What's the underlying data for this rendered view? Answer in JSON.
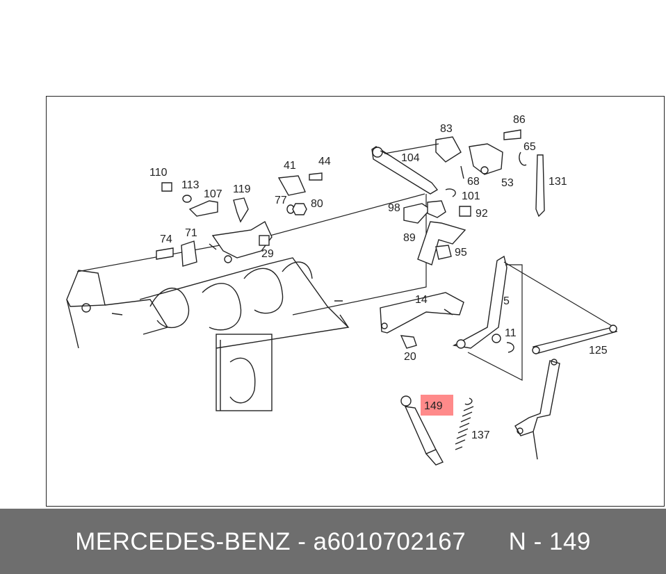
{
  "footer": {
    "brand": "MERCEDES-BENZ",
    "separator": " - ",
    "part_number": "a6010702167",
    "diagram_ref": "N - 149"
  },
  "highlight": {
    "label": "149",
    "color": "#ff8a8a"
  },
  "callouts": [
    "110",
    "113",
    "107",
    "119",
    "41",
    "44",
    "77",
    "80",
    "29",
    "74",
    "71",
    "83",
    "86",
    "104",
    "65",
    "68",
    "53",
    "131",
    "101",
    "98",
    "92",
    "89",
    "95",
    "14",
    "5",
    "11",
    "20",
    "125",
    "137"
  ]
}
